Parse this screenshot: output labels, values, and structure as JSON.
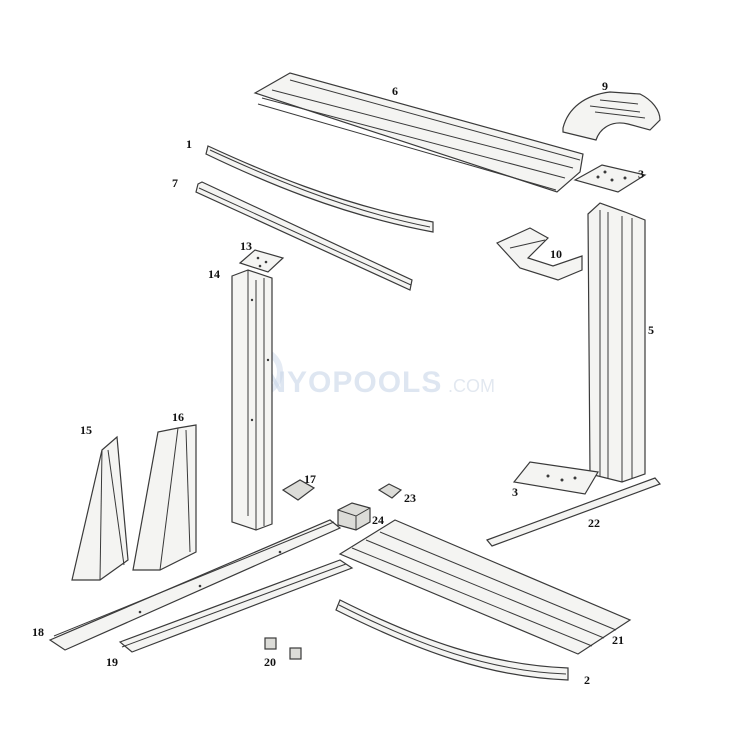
{
  "watermark": {
    "brand": "INYOPOOLS",
    "suffix": ".COM"
  },
  "callouts": {
    "c1": "1",
    "c2": "2",
    "c3a": "3",
    "c3b": "3",
    "c5": "5",
    "c6": "6",
    "c7": "7",
    "c9": "9",
    "c10": "10",
    "c13": "13",
    "c14": "14",
    "c15": "15",
    "c16": "16",
    "c17": "17",
    "c18": "18",
    "c19": "19",
    "c20": "20",
    "c21": "21",
    "c22": "22",
    "c23": "23",
    "c24": "24"
  },
  "colors": {
    "line": "#3a3a3a",
    "fill": "#f4f4f2",
    "watermark": "#c9d6e8"
  }
}
